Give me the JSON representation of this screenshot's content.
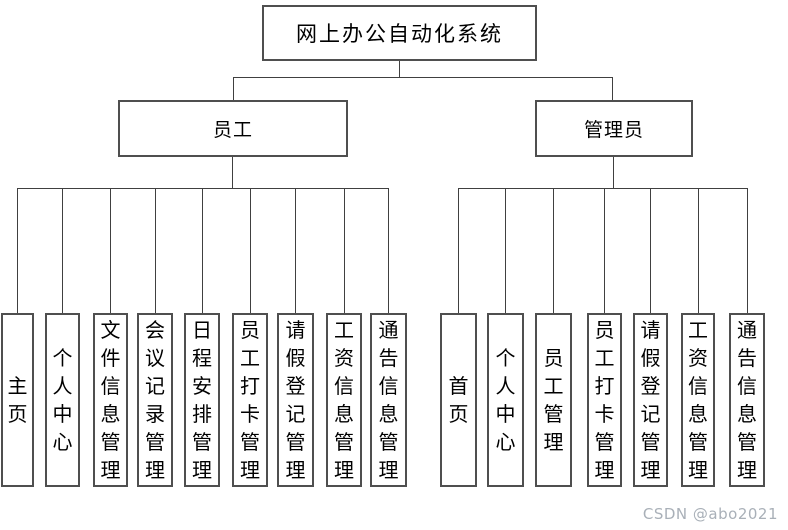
{
  "diagram": {
    "root": "网上办公自动化系统",
    "branches": [
      {
        "label": "员工",
        "children": [
          "主页",
          "个人中心",
          "文件信息管理",
          "会议记录管理",
          "日程安排管理",
          "员工打卡管理",
          "请假登记管理",
          "工资信息管理",
          "通告信息管理"
        ]
      },
      {
        "label": "管理员",
        "children": [
          "首页",
          "个人中心",
          "员工管理",
          "员工打卡管理",
          "请假登记管理",
          "工资信息管理",
          "通告信息管理"
        ]
      }
    ]
  },
  "watermark": "CSDN @abo2021",
  "colors": {
    "background": "#ffffff",
    "box_border": "#4f4f4f",
    "line": "#404040",
    "text": "#000000",
    "watermark": "#a9b0b8"
  }
}
